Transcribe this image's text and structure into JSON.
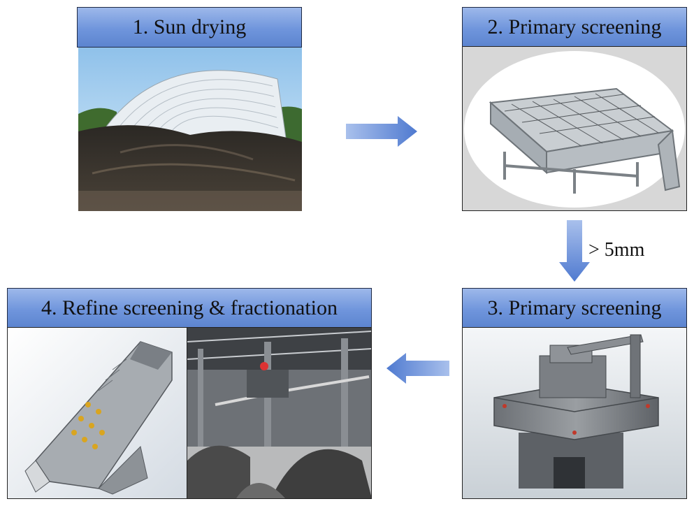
{
  "steps": [
    {
      "label": "1. Sun drying"
    },
    {
      "label": "2. Primary screening"
    },
    {
      "label": "3. Primary screening"
    },
    {
      "label": "4. Refine screening & fractionation"
    }
  ],
  "arrow_note": "> 5mm",
  "colors": {
    "header_fill": "#6f95dc",
    "arrow_fill": "#6b8fd8",
    "border": "#1f2a44"
  },
  "icons": [
    "arrow-right-icon",
    "arrow-down-icon",
    "arrow-left-icon"
  ]
}
